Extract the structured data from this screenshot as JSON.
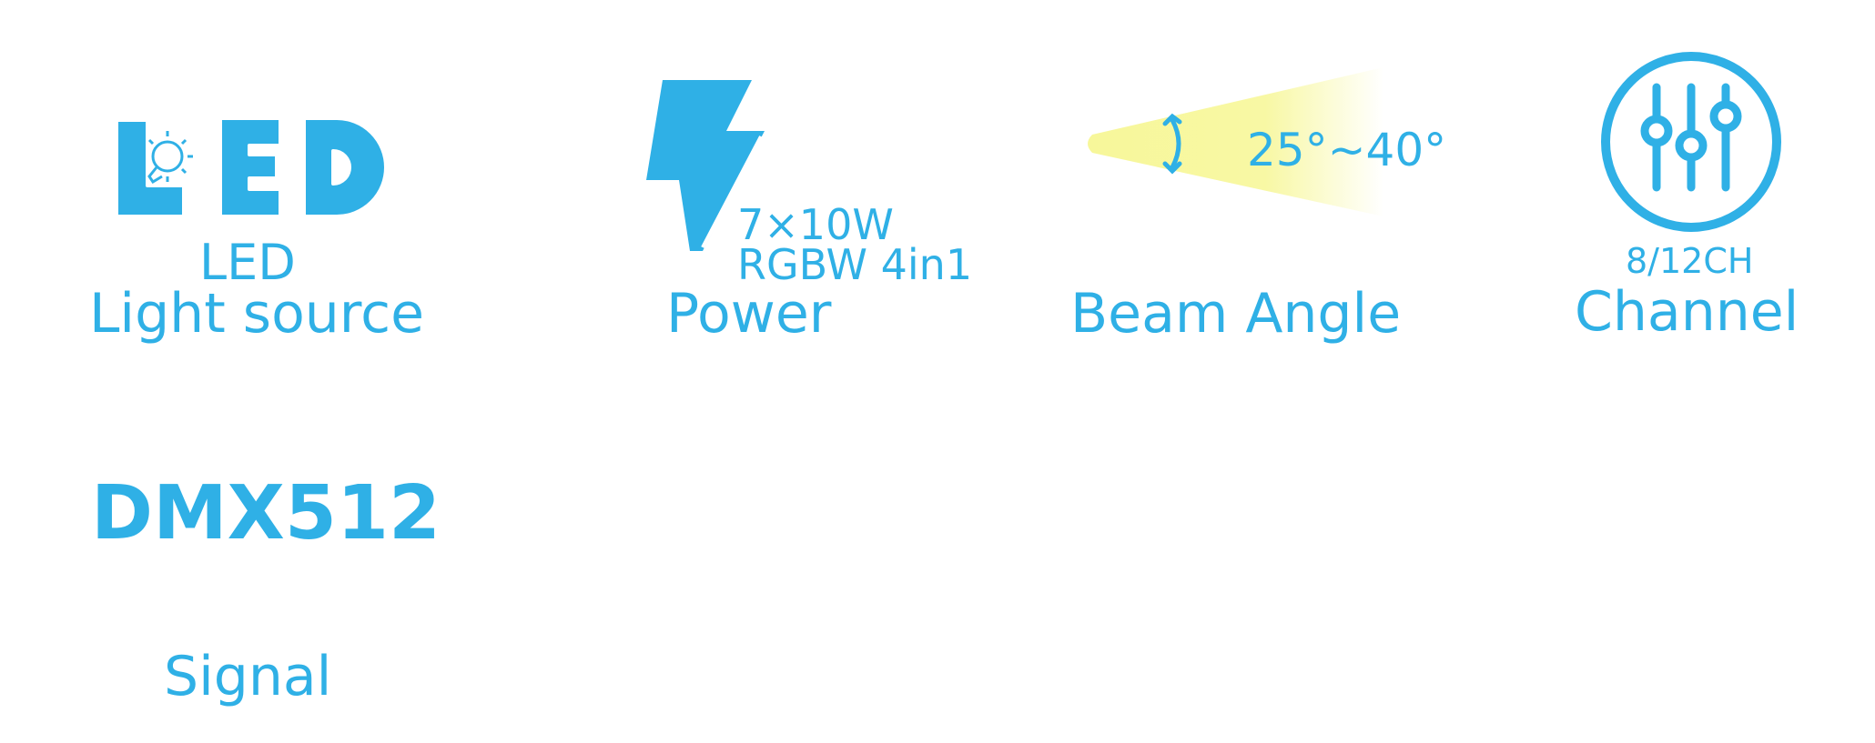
{
  "accent_color": "#2fb0e6",
  "beam_color": "#f7f79a",
  "features": {
    "led": {
      "icon": "led-bulb-icon",
      "logo_text": "LED",
      "title_line1": "LED",
      "title_line2": "Light source"
    },
    "power": {
      "icon": "lightning-bolt-icon",
      "spec_line1": "7×10W",
      "spec_line2": "RGBW 4in1",
      "title": "Power"
    },
    "beam": {
      "icon": "beam-cone-icon",
      "spec": "25°~40°",
      "title": "Beam Angle"
    },
    "channel": {
      "icon": "sliders-icon",
      "spec": "8/12CH",
      "title": "Channel"
    },
    "signal": {
      "logo_text": "DMX512",
      "title": "Signal"
    }
  }
}
